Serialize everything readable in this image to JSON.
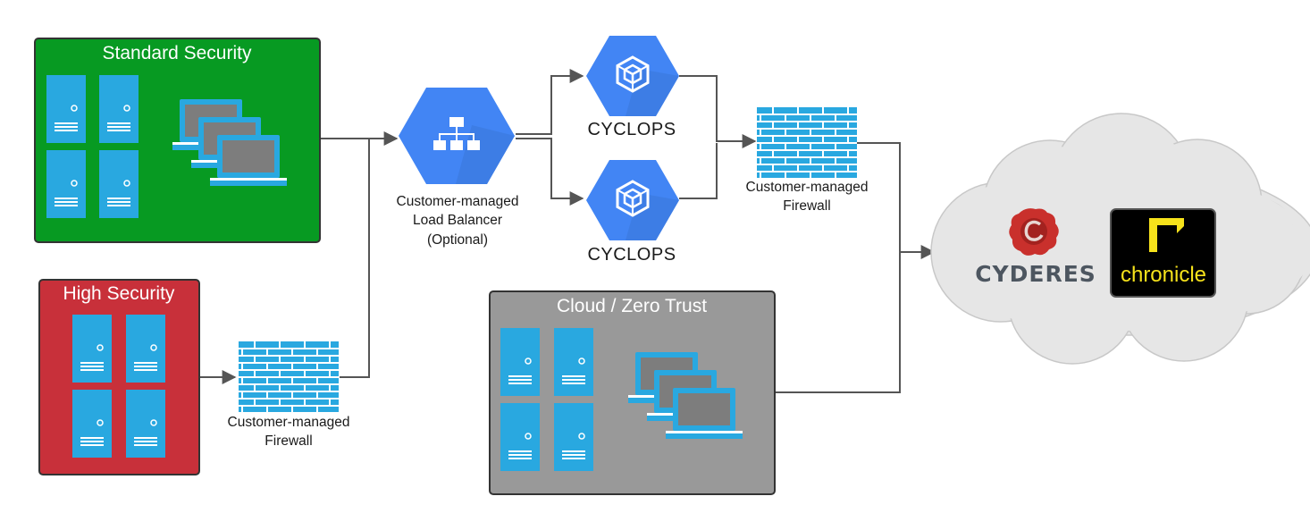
{
  "zones": {
    "standard": {
      "title": "Standard Security",
      "color": "#079a22"
    },
    "high": {
      "title": "High Security",
      "color": "#c8303a"
    },
    "cloud": {
      "title": "Cloud / Zero Trust",
      "color": "#999999"
    }
  },
  "load_balancer": {
    "line1": "Customer-managed",
    "line2": "Load Balancer",
    "line3": "(Optional)",
    "color": "#4285f4"
  },
  "collectors": [
    {
      "label": "CYCLOPS"
    },
    {
      "label": "CYCLOPS"
    }
  ],
  "firewall_high": {
    "line1": "Customer-managed",
    "line2": "Firewall"
  },
  "firewall_main": {
    "line1": "Customer-managed",
    "line2": "Firewall"
  },
  "destination": {
    "cyderes": "CYDERES",
    "chronicle": "chronicle"
  },
  "colors": {
    "server": "#29a8e0",
    "firewall": "#29a8e0",
    "arrow": "#555555",
    "cloud": "#e6e6e6"
  },
  "icons": {
    "server": "server-tower-icon",
    "laptop": "laptop-icon",
    "firewall": "brick-firewall-icon",
    "network": "network-tree-icon",
    "cube": "cube-icon",
    "seal": "wax-seal-icon"
  }
}
